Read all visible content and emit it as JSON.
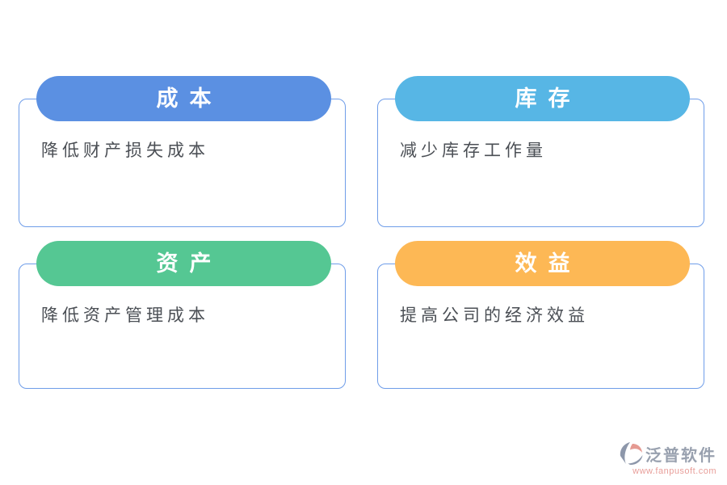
{
  "colors": {
    "background": "#ffffff",
    "card_border": "#6F9DE9",
    "body_text": "#4B4F55"
  },
  "cards": [
    {
      "title": "成本",
      "description": "降低财产损失成本",
      "header_color": "#5B90E2"
    },
    {
      "title": "库存",
      "description": "减少库存工作量",
      "header_color": "#57B6E5"
    },
    {
      "title": "资产",
      "description": "降低资产管理成本",
      "header_color": "#55C793"
    },
    {
      "title": "效益",
      "description": "提高公司的经济效益",
      "header_color": "#FDB855"
    }
  ],
  "watermark": {
    "brand": "泛普软件",
    "url": "www.fanpusoft.com",
    "brand_color": "#99A1AF",
    "url_color": "#E89E99",
    "icon_primary_color": "#8D97AA",
    "icon_accent_color": "#E59A92"
  }
}
